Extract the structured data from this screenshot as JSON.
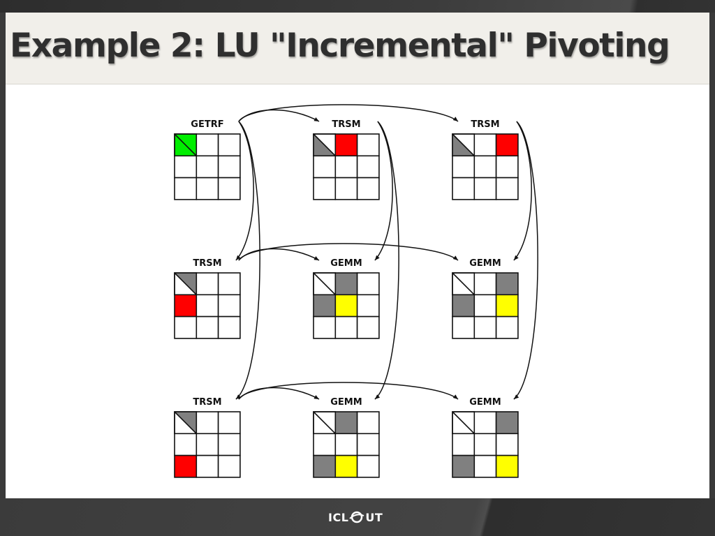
{
  "slide": {
    "title": "Example 2: LU \"Incremental\" Pivoting"
  },
  "footer": {
    "logo_left": "ICL",
    "logo_right": "UT"
  },
  "colors": {
    "factor": "#00ee00",
    "update_target": "#ff0000",
    "gemm_target": "#ffff00",
    "used_block": "#808080",
    "empty": "#ffffff",
    "line": "#111111"
  },
  "diagram": {
    "tasks": [
      {
        "id": "t00",
        "label": "GETRF",
        "row": 0,
        "col": 0,
        "cells": {
          "0,0": "factor"
        },
        "diag": [
          "0,0"
        ]
      },
      {
        "id": "t01",
        "label": "TRSM",
        "row": 0,
        "col": 1,
        "cells": {
          "0,0": "used_lower",
          "0,1": "update_target"
        },
        "diag": [
          "0,0"
        ]
      },
      {
        "id": "t02",
        "label": "TRSM",
        "row": 0,
        "col": 2,
        "cells": {
          "0,0": "used_lower",
          "0,2": "update_target"
        },
        "diag": [
          "0,0"
        ]
      },
      {
        "id": "t10",
        "label": "TRSM",
        "row": 1,
        "col": 0,
        "cells": {
          "0,0": "used_upper",
          "1,0": "update_target"
        },
        "diag": [
          "0,0"
        ]
      },
      {
        "id": "t11",
        "label": "GEMM",
        "row": 1,
        "col": 1,
        "cells": {
          "0,1": "used_block",
          "1,0": "used_block",
          "1,1": "gemm_target"
        },
        "diag": [
          "0,0"
        ]
      },
      {
        "id": "t12",
        "label": "GEMM",
        "row": 1,
        "col": 2,
        "cells": {
          "0,2": "used_block",
          "1,0": "used_block",
          "1,2": "gemm_target"
        },
        "diag": [
          "0,0"
        ]
      },
      {
        "id": "t20",
        "label": "TRSM",
        "row": 2,
        "col": 0,
        "cells": {
          "0,0": "used_upper",
          "2,0": "update_target"
        },
        "diag": [
          "0,0"
        ]
      },
      {
        "id": "t21",
        "label": "GEMM",
        "row": 2,
        "col": 1,
        "cells": {
          "0,1": "used_block",
          "2,0": "used_block",
          "2,1": "gemm_target"
        },
        "diag": [
          "0,0"
        ]
      },
      {
        "id": "t22",
        "label": "GEMM",
        "row": 2,
        "col": 2,
        "cells": {
          "0,2": "used_block",
          "2,0": "used_block",
          "2,2": "gemm_target"
        },
        "diag": [
          "0,0"
        ]
      }
    ],
    "edges": [
      [
        "t00",
        "t01"
      ],
      [
        "t00",
        "t02"
      ],
      [
        "t00",
        "t10"
      ],
      [
        "t00",
        "t20"
      ],
      [
        "t01",
        "t11"
      ],
      [
        "t01",
        "t21"
      ],
      [
        "t02",
        "t12"
      ],
      [
        "t02",
        "t22"
      ],
      [
        "t10",
        "t11"
      ],
      [
        "t10",
        "t12"
      ],
      [
        "t20",
        "t21"
      ],
      [
        "t20",
        "t22"
      ]
    ]
  }
}
